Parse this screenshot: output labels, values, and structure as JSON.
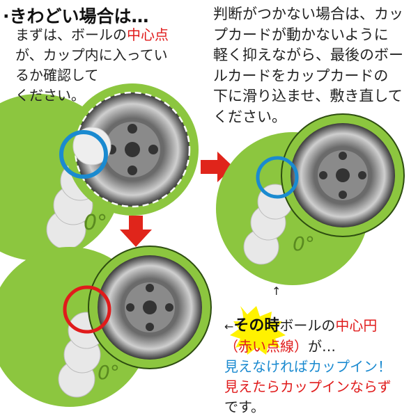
{
  "title": "·きわどい場合は…",
  "left_text": {
    "line1_a": "まずは、ボールの",
    "line1_b": "中心点",
    "line2": "が、カップ内に入ってい",
    "line3": "るか確認して",
    "line4": "ください。"
  },
  "right_text": {
    "lines": [
      "判断がつかない場合は、カッ",
      "プカードが動かないように",
      "軽く抑えながら、最後のボー",
      "ルカードをカップカードの",
      "下に滑り込ませ、敷き直して",
      "ください。"
    ]
  },
  "bottom_text": {
    "arrow_left": "←",
    "arrow_up": "↑",
    "burst": "その時",
    "line1_a": "ボールの",
    "line1_b": "中心円",
    "line2_a": "（赤い点線）",
    "line2_b": "が…",
    "line3": "見えなければカップイン！",
    "line4": "見えたらカップインならず",
    "line5": "です。"
  },
  "card_label": "0°",
  "colors": {
    "green": "#8cc63f",
    "red": "#e01b1b",
    "blue": "#1a8ad0",
    "arrow": "#e0251b"
  }
}
